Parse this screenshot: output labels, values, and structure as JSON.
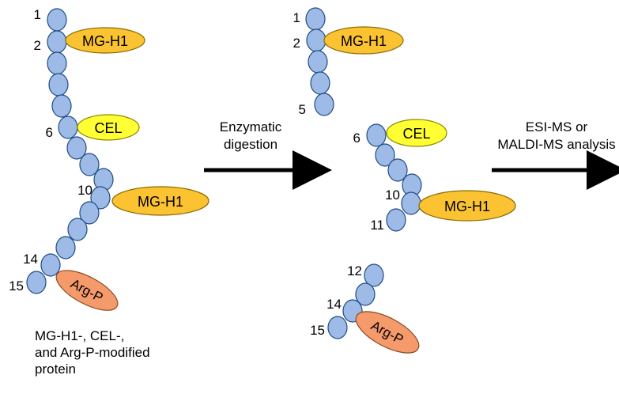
{
  "colors": {
    "residue_fill": "#9dbbe6",
    "residue_stroke": "#1f4a86",
    "mg_h1_fill": "#fbc331",
    "mg_h1_stroke": "#8a6a00",
    "cel_fill": "#ffff33",
    "cel_stroke": "#8a8a00",
    "arg_p_fill": "#f59a6b",
    "arg_p_stroke": "#8a4a22",
    "arrow": "#000000"
  },
  "modifications": {
    "mg_h1": "MG-H1",
    "cel": "CEL",
    "arg_p": "Arg-P"
  },
  "residue_numbers": {
    "n1": "1",
    "n2": "2",
    "n5": "5",
    "n6": "6",
    "n10": "10",
    "n11": "11",
    "n12": "12",
    "n14": "14",
    "n15": "15"
  },
  "steps": {
    "digestion_line1": "Enzymatic",
    "digestion_line2": "digestion",
    "analysis_line1": "ESI-MS or",
    "analysis_line2": "MALDI-MS analysis"
  },
  "caption": {
    "line1": "MG-H1-, CEL-,",
    "line2": "and Arg-P-modified",
    "line3": "protein"
  }
}
